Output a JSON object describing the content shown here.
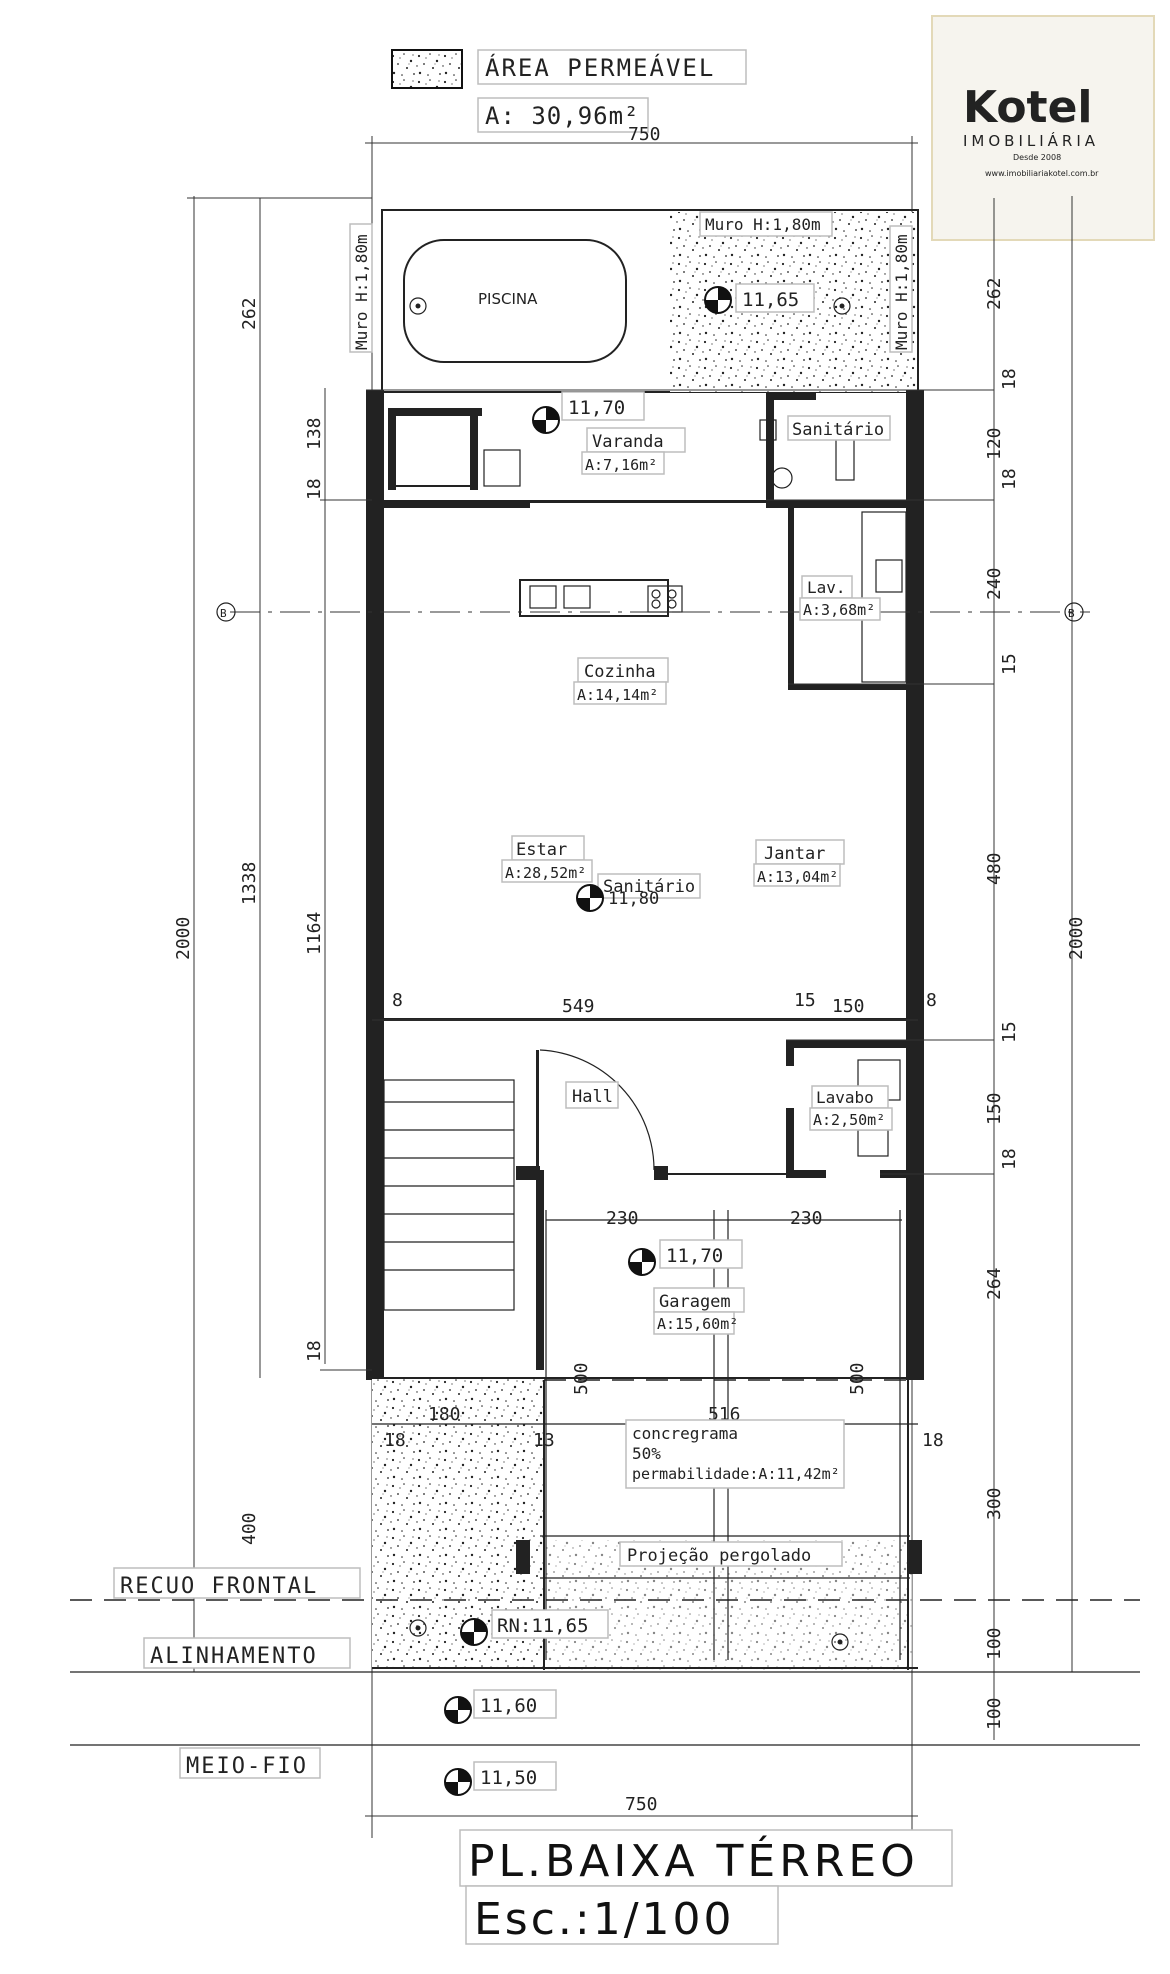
{
  "legend": {
    "label": "ÁREA PERMEÁVEL",
    "area": "A: 30,96m²"
  },
  "logo": {
    "brand": "Kotel",
    "sub": "IMOBILIÁRIA",
    "since": "Desde 2008",
    "url": "www.imobiliariakotel.com.br"
  },
  "rooms": {
    "piscina": "PISCINA",
    "muro_left": "Muro H:1,80m",
    "muro_top": "Muro H:1,80m",
    "muro_right": "Muro H:1,80m",
    "varanda": {
      "name": "Varanda",
      "area": "A:7,16m²"
    },
    "sanitario_top": "Sanitário",
    "lav": {
      "name": "Lav.",
      "area": "A:3,68m²"
    },
    "cozinha": {
      "name": "Cozinha",
      "area": "A:14,14m²"
    },
    "estar": {
      "name": "Estar",
      "area": "A:28,52m²"
    },
    "sanitario_mid": "Sanitário",
    "jantar": {
      "name": "Jantar",
      "area": "A:13,04m²"
    },
    "hall": "Hall",
    "lavabo": {
      "name": "Lavabo",
      "area": "A:2,50m²"
    },
    "garagem": {
      "name": "Garagem",
      "area": "A:15,60m²"
    },
    "concregrama": [
      "concregrama",
      "50%",
      "permabilidade:A:11,42m²"
    ],
    "pergolado": "Projeção pergolado"
  },
  "levels": {
    "top": "11,65",
    "varanda": "11,70",
    "estar": "11,80",
    "garagem": "11,70",
    "rn": "RN:11,65",
    "calcada": "11,60",
    "rua": "11,50"
  },
  "guides": {
    "recuo": "RECUO FRONTAL",
    "alinhamento": "ALINHAMENTO",
    "meio_fio": "MEIO-FIO"
  },
  "dims": {
    "width_top": "750",
    "width_bottom": "750",
    "total_left": "2000",
    "total_right": "2000",
    "d1338": "1338",
    "d1164": "1164",
    "d400": "400",
    "d262_left": "262",
    "d262_right": "262",
    "d138": "138",
    "d18a": "18",
    "d18b": "18",
    "d18c": "18",
    "d18d": "18",
    "d18e": "18",
    "d18f": "18",
    "d18g": "18",
    "r120": "120",
    "r240": "240",
    "r15a": "15",
    "r480": "480",
    "r15b": "15",
    "r150": "150",
    "r264": "264",
    "r300": "300",
    "r100a": "100",
    "r100b": "100",
    "h549": "549",
    "h15": "15",
    "h150": "150",
    "h8a": "8",
    "h8b": "8",
    "g230a": "230",
    "g230b": "230",
    "g500a": "500",
    "g500b": "500",
    "g516": "516",
    "g180": "180",
    "g18a": "18",
    "g13": "13",
    "g18b": "18"
  },
  "axes": {
    "left": "B",
    "right": "B"
  },
  "title": {
    "main": "PL.BAIXA TÉRREO",
    "scale": "Esc.:1/100"
  }
}
